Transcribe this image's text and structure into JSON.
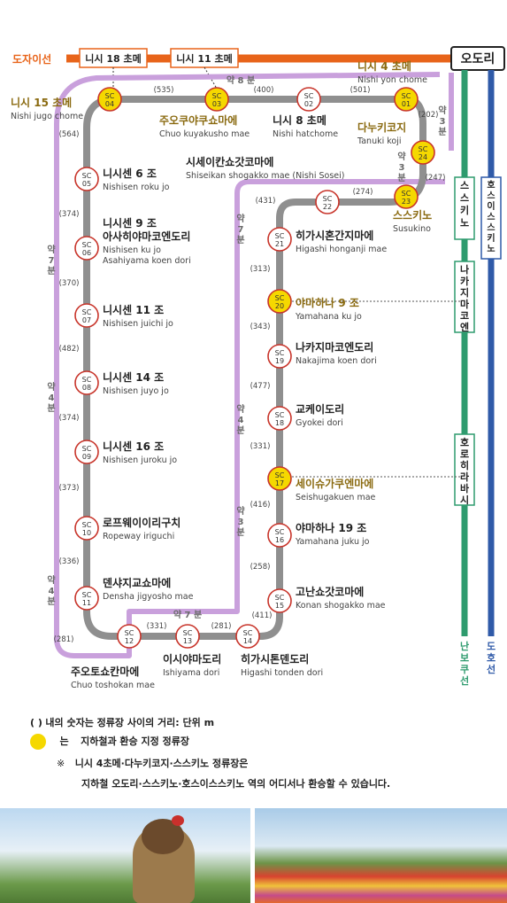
{
  "lines": {
    "tozai": {
      "label": "도자이선",
      "color": "#e8641a"
    },
    "nanboku": {
      "label": "난보쿠선",
      "color": "#2e9b6e"
    },
    "toho": {
      "label": "도호선",
      "color": "#2f5aa8"
    },
    "streetcar_color": "#8f8f8f",
    "walk_path_color": "#c9a0dc"
  },
  "tozai_stations": [
    {
      "id": "nishi18",
      "label": "니시 18 초메"
    },
    {
      "id": "nishi11",
      "label": "니시 11 초메"
    },
    {
      "id": "odori",
      "label": "오도리"
    }
  ],
  "vertical_stations": {
    "susukino": "스스키노",
    "nakajima": "나카지마코엔",
    "horohira": "호로히라바시",
    "hosui": "호스이스스키노"
  },
  "stops": [
    {
      "code": "SC\n01",
      "ko": "니시 4 초메",
      "en": "Nishi yon chome",
      "transfer": true
    },
    {
      "code": "SC\n02",
      "ko": "니시 8 초메",
      "en": "Nishi hatchome",
      "transfer": false
    },
    {
      "code": "SC\n03",
      "ko": "주오쿠야쿠쇼마에",
      "en": "Chuo kuyakusho mae",
      "transfer": true
    },
    {
      "code": "SC\n04",
      "ko": "니시 15 초메",
      "en": "Nishi jugo chome",
      "transfer": true
    },
    {
      "code": "SC\n05",
      "ko": "니시센 6 조",
      "en": "Nishisen roku jo",
      "transfer": false
    },
    {
      "code": "SC\n06",
      "ko": "니시센 9 조\n아사히야마코엔도리",
      "en": "Nishisen ku jo\nAsahiyama koen dori",
      "transfer": false
    },
    {
      "code": "SC\n07",
      "ko": "니시센 11 조",
      "en": "Nishisen juichi jo",
      "transfer": false
    },
    {
      "code": "SC\n08",
      "ko": "니시센 14 조",
      "en": "Nishisen juyo jo",
      "transfer": false
    },
    {
      "code": "SC\n09",
      "ko": "니시센 16 조",
      "en": "Nishisen juroku jo",
      "transfer": false
    },
    {
      "code": "SC\n10",
      "ko": "로프웨이이리구치",
      "en": "Ropeway iriguchi",
      "transfer": false
    },
    {
      "code": "SC\n11",
      "ko": "덴샤지교쇼마에",
      "en": "Densha jigyosho mae",
      "transfer": false
    },
    {
      "code": "SC\n12",
      "ko": "주오토쇼칸마에",
      "en": "Chuo toshokan mae",
      "transfer": false
    },
    {
      "code": "SC\n13",
      "ko": "이시야마도리",
      "en": "Ishiyama dori",
      "transfer": false
    },
    {
      "code": "SC\n14",
      "ko": "히가시톤덴도리",
      "en": "Higashi tonden dori",
      "transfer": false
    },
    {
      "code": "SC\n15",
      "ko": "고난쇼갓코마에",
      "en": "Konan shogakko mae",
      "transfer": false
    },
    {
      "code": "SC\n16",
      "ko": "야마하나 19 조",
      "en": "Yamahana juku jo",
      "transfer": false
    },
    {
      "code": "SC\n17",
      "ko": "세이슈가쿠엔마에",
      "en": "Seishugakuen mae",
      "transfer": true
    },
    {
      "code": "SC\n18",
      "ko": "교케이도리",
      "en": "Gyokei dori",
      "transfer": false
    },
    {
      "code": "SC\n19",
      "ko": "나카지마코엔도리",
      "en": "Nakajima koen dori",
      "transfer": false
    },
    {
      "code": "SC\n20",
      "ko": "야마하나 9 조",
      "en": "Yamahana ku jo",
      "transfer": true
    },
    {
      "code": "SC\n21",
      "ko": "히가시혼간지마에",
      "en": "Higashi honganji mae",
      "transfer": false
    },
    {
      "code": "SC\n22",
      "ko": "시세이칸쇼갓코마에",
      "en": "Shiseikan shogakko mae (Nishi Sosei)",
      "transfer": false
    },
    {
      "code": "SC\n23",
      "ko": "스스키노",
      "en": "Susukino",
      "transfer": true
    },
    {
      "code": "SC\n24",
      "ko": "다누키코지",
      "en": "Tanuki koji",
      "transfer": true
    }
  ],
  "distances": [
    "(535)",
    "(400)",
    "(501)",
    "(202)",
    "(247)",
    "(274)",
    "(431)",
    "(564)",
    "(374)",
    "(370)",
    "(482)",
    "(374)",
    "(373)",
    "(336)",
    "(281)",
    "(331)",
    "(281)",
    "(411)",
    "(258)",
    "(416)",
    "(331)",
    "(477)",
    "(343)",
    "(313)"
  ],
  "walk_times": [
    "약 8 분",
    "약\n3\n분",
    "약\n3\n분",
    "약\n7\n분",
    "약\n4\n분",
    "약\n4\n분",
    "약\n7\n분",
    "약\n4\n분",
    "약\n3\n분",
    "약 7 분"
  ],
  "legend": {
    "bracket": "(    )",
    "distance_note": "내의 숫자는 정류장 사이의 거리: 단위 m",
    "is_word": "는",
    "transfer_note": "지하철과 환승 지정 정류장",
    "note_mark": "※",
    "note_line1": "니시 4초메·다누키코지·스스키노 정류장은",
    "note_line2": "지하철 오도리·스스키노·호스이스스키노 역의 어디서나 환승할 수 있습니다."
  },
  "colors": {
    "transfer_fill": "#f5d800",
    "stop_ring": "#c8342a",
    "walk_time_text": "#6a6a6a",
    "transfer_label_text": "#8a6a10"
  }
}
